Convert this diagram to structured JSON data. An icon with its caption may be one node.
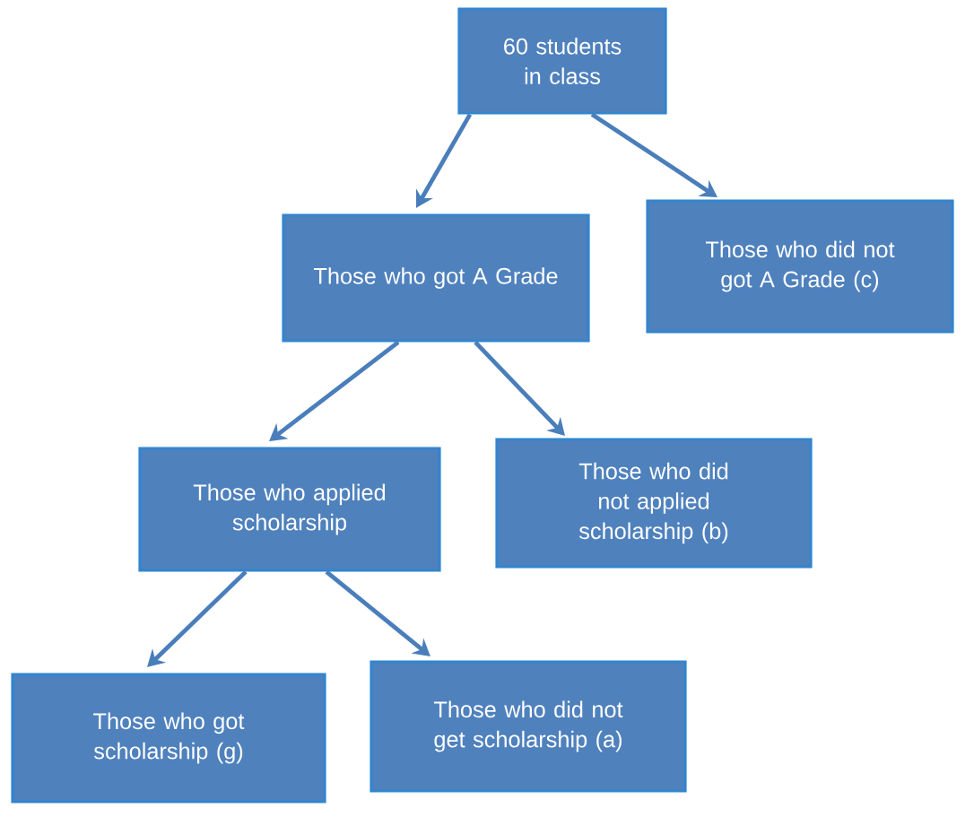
{
  "diagram": {
    "nodes": [
      {
        "text": [
          "60 students in class"
        ]
      },
      {
        "text": [
          "Those who got A Grade"
        ]
      },
      {
        "text": [
          "Those who did not got A Grade (c)"
        ]
      },
      {
        "text": [
          "Those who applied scholarship"
        ]
      },
      {
        "text": [
          "Those who did not applied scholarship (b)"
        ]
      },
      {
        "text": [
          "Those who got scholarship (g)"
        ]
      },
      {
        "text": [
          "Those who did not get scholarship (a)"
        ]
      }
    ],
    "edges": [
      {
        "from": 0,
        "to": 1,
        "arrow": "to"
      },
      {
        "from": 0,
        "to": 2,
        "arrow": "to"
      },
      {
        "from": 1,
        "to": 3,
        "arrow": "to"
      },
      {
        "from": 1,
        "to": 4,
        "arrow": "to"
      },
      {
        "from": 3,
        "to": 5,
        "arrow": "to"
      },
      {
        "from": 3,
        "to": 6,
        "arrow": "to"
      }
    ]
  }
}
